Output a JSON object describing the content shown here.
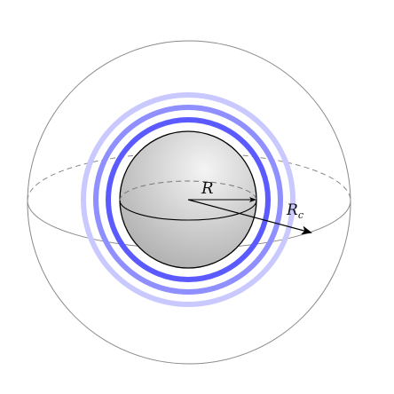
{
  "labels": {
    "inner_radius": "R",
    "outer_radius_base": "R",
    "outer_radius_sub": "c"
  },
  "colors": {
    "outer_sphere_stroke": "#8a8a8a",
    "inner_sphere_fill_highlight": "#f4f4f4",
    "inner_sphere_fill_shadow": "#a9a9a9",
    "inner_sphere_stroke": "#000000",
    "ring_innermost": "#5a5aff",
    "ring_middle": "#8f8fff",
    "ring_outermost": "#c9c9ff",
    "arrow": "#000000"
  },
  "icons": {
    "arrow_head": "arrowhead-icon"
  }
}
